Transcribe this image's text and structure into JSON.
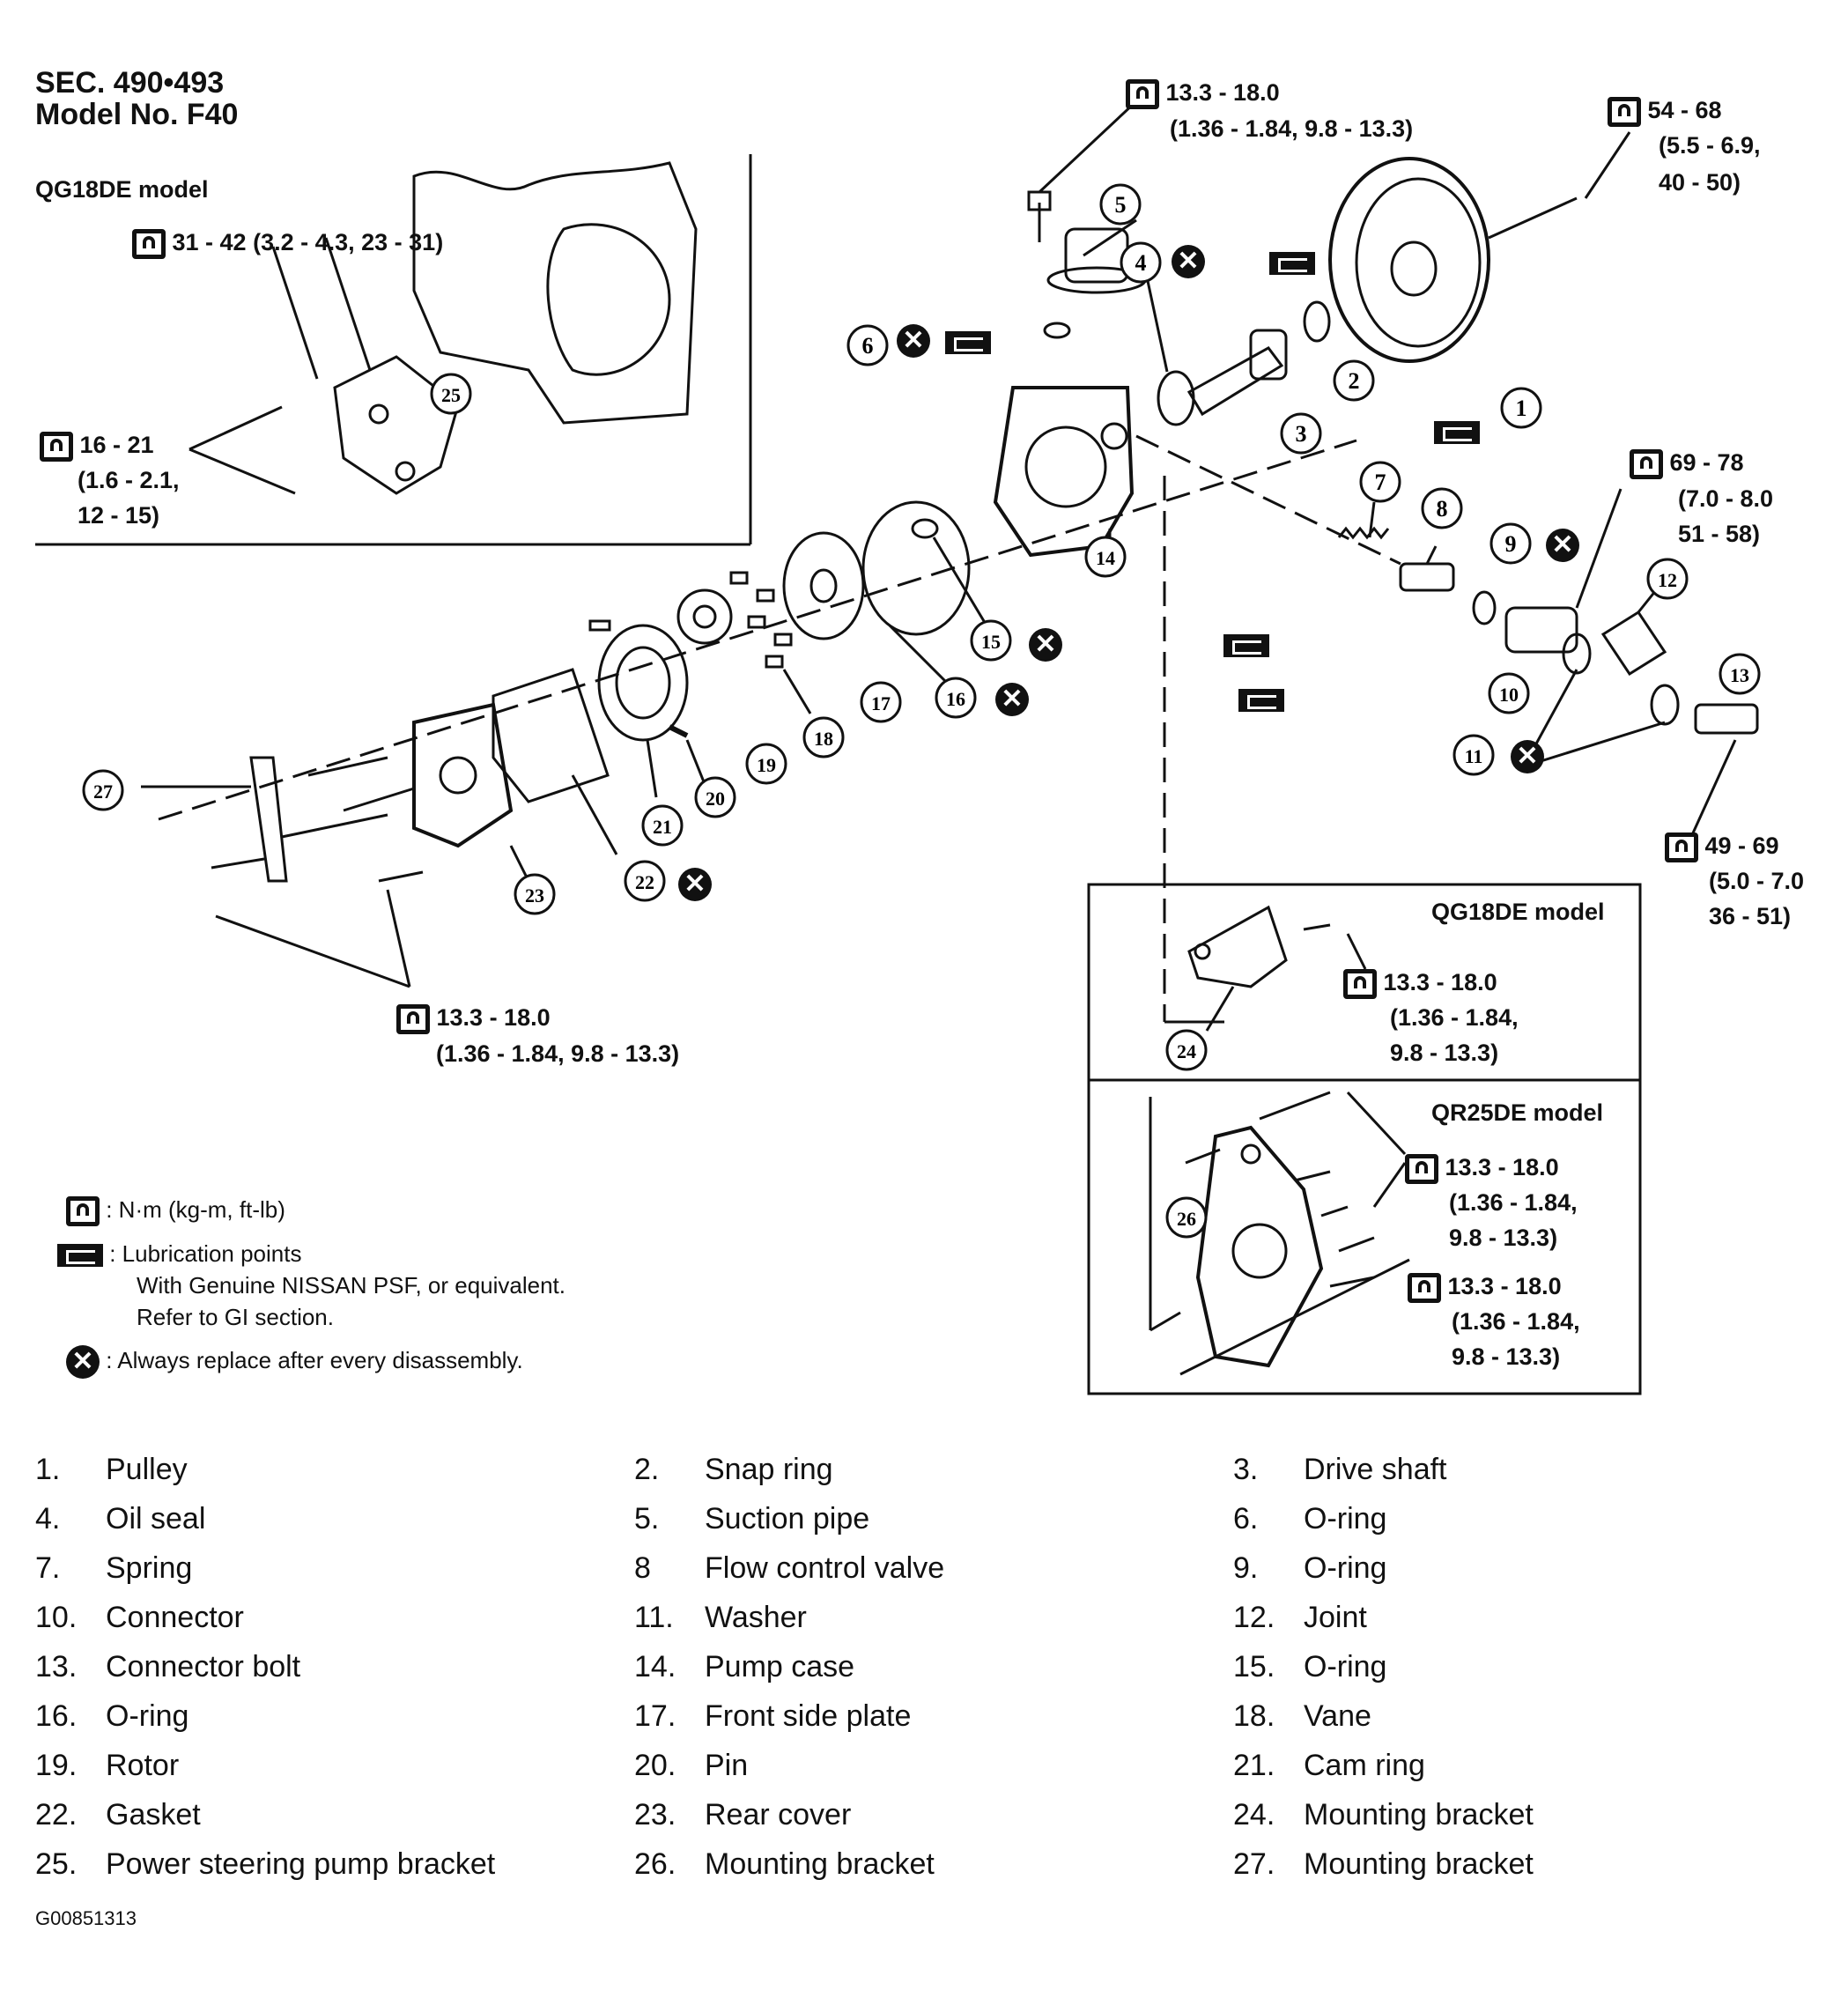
{
  "header": {
    "section": "SEC. 490•493",
    "model": "Model No. F40"
  },
  "inset_top_left": {
    "title": "QG18DE model",
    "torque_a": "31 - 42  (3.2 - 4.3, 23 - 31)",
    "torque_b_line1": "16 - 21",
    "torque_b_line2": "(1.6 - 2.1,",
    "torque_b_line3": "12 - 15)"
  },
  "torques": {
    "suction_bolt_line1": "13.3 - 18.0",
    "suction_bolt_line2": "(1.36 - 1.84, 9.8 - 13.3)",
    "pulley_nut_line1": "54 - 68",
    "pulley_nut_line2": "(5.5 - 6.9,",
    "pulley_nut_line3": "40 - 50)",
    "connector_line1": "69 - 78",
    "connector_line2": "(7.0 - 8.0",
    "connector_line3": "51 - 58)",
    "connector_bolt_line1": "49 - 69",
    "connector_bolt_line2": "(5.0 - 7.0",
    "connector_bolt_line3": "36 - 51)",
    "rear_cover_line1": "13.3 - 18.0",
    "rear_cover_line2": "(1.36 - 1.84, 9.8 - 13.3)"
  },
  "inset_qg18de": {
    "title": "QG18DE model",
    "torque_line1": "13.3 - 18.0",
    "torque_line2": "(1.36 - 1.84,",
    "torque_line3": "9.8 - 13.3)"
  },
  "inset_qr25de": {
    "title": "QR25DE model",
    "torque1_line1": "13.3 - 18.0",
    "torque1_line2": "(1.36 - 1.84,",
    "torque1_line3": "9.8 - 13.3)",
    "torque2_line1": "13.3 - 18.0",
    "torque2_line2": "(1.36 - 1.84,",
    "torque2_line3": "9.8 - 13.3)"
  },
  "callouts": [
    "1",
    "2",
    "3",
    "4",
    "5",
    "6",
    "7",
    "8",
    "9",
    "10",
    "11",
    "12",
    "13",
    "14",
    "15",
    "16",
    "17",
    "18",
    "19",
    "20",
    "21",
    "22",
    "23",
    "24",
    "25",
    "26",
    "27"
  ],
  "legend": {
    "torque_unit": ": N·m (kg-m, ft-lb)",
    "lube_line1": ": Lubrication points",
    "lube_line2": "With Genuine NISSAN PSF, or equivalent.",
    "lube_line3": "Refer to GI section.",
    "replace": ": Always replace after every disassembly."
  },
  "parts": [
    [
      "1.",
      "Pulley"
    ],
    [
      "2.",
      "Snap ring"
    ],
    [
      "3.",
      "Drive shaft"
    ],
    [
      "4.",
      "Oil seal"
    ],
    [
      "5.",
      "Suction pipe"
    ],
    [
      "6.",
      "O-ring"
    ],
    [
      "7.",
      "Spring"
    ],
    [
      "8",
      "Flow control valve"
    ],
    [
      "9.",
      "O-ring"
    ],
    [
      "10.",
      "Connector"
    ],
    [
      "11.",
      "Washer"
    ],
    [
      "12.",
      "Joint"
    ],
    [
      "13.",
      "Connector bolt"
    ],
    [
      "14.",
      "Pump case"
    ],
    [
      "15.",
      "O-ring"
    ],
    [
      "16.",
      "O-ring"
    ],
    [
      "17.",
      "Front side plate"
    ],
    [
      "18.",
      "Vane"
    ],
    [
      "19.",
      "Rotor"
    ],
    [
      "20.",
      "Pin"
    ],
    [
      "21.",
      "Cam ring"
    ],
    [
      "22.",
      "Gasket"
    ],
    [
      "23.",
      "Rear cover"
    ],
    [
      "24.",
      "Mounting bracket"
    ],
    [
      "25.",
      "Power steering pump bracket"
    ],
    [
      "26.",
      "Mounting bracket"
    ],
    [
      "27.",
      "Mounting bracket"
    ]
  ],
  "figure_id": "G00851313"
}
